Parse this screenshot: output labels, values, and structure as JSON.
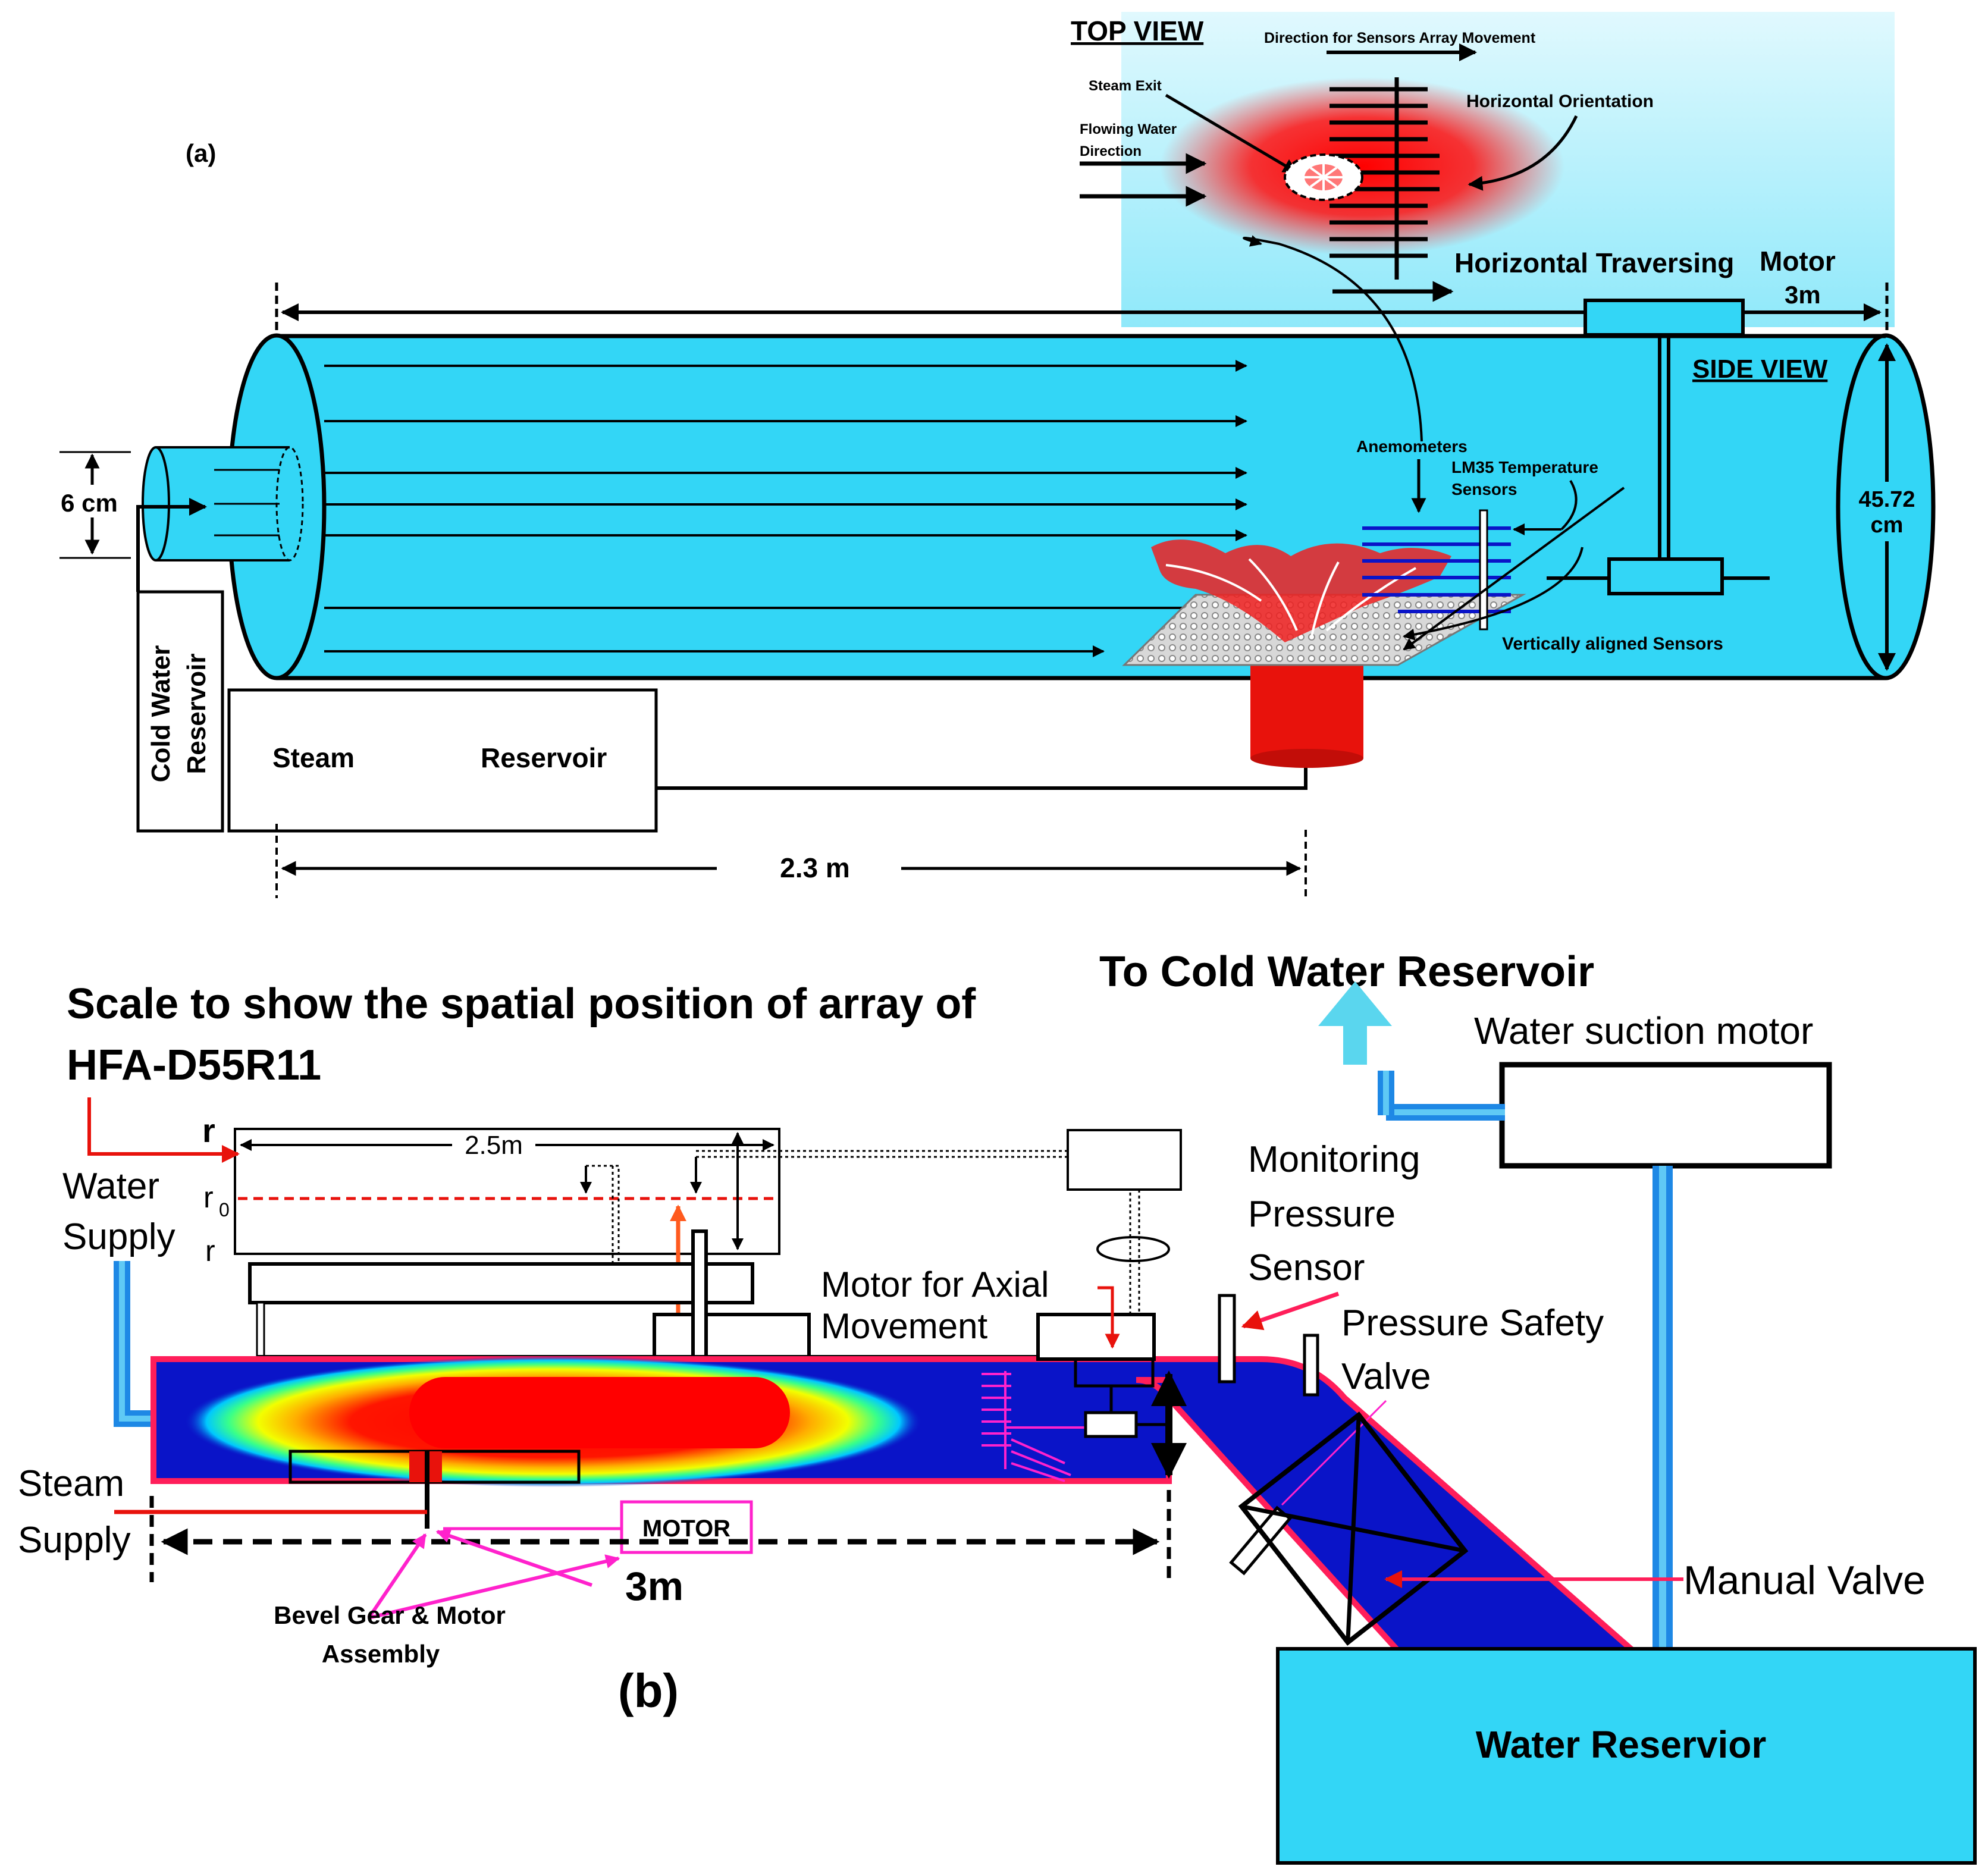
{
  "panel_a": {
    "label": "(a)",
    "top_view": {
      "title": "TOP VIEW",
      "direction_sensors": "Direction for Sensors Array Movement",
      "steam_exit": "Steam Exit",
      "flowing_water_1": "Flowing Water",
      "flowing_water_2": "Direction",
      "horizontal_orientation": "Horizontal Orientation"
    },
    "horizontal_traversing": "Horizontal Traversing",
    "motor": "Motor",
    "length_3m": "3m",
    "side_view": "SIDE VIEW",
    "inlet_dia": "6 cm",
    "pipe_dia_1": "45.72",
    "pipe_dia_2": "cm",
    "anemometers": "Anemometers",
    "lm35_1": "LM35 Temperature",
    "lm35_2": "Sensors",
    "vertical_sensors": "Vertically aligned Sensors",
    "cold_res_1": "Cold Water",
    "cold_res_2": "Reservoir",
    "steam": "Steam",
    "reservoir": "Reservoir",
    "length_23m": "2.3 m"
  },
  "panel_b": {
    "label": "(b)",
    "scale_title_1": "Scale to show the spatial position of array of",
    "scale_title_2": "HFA-D55R11",
    "r_top": "r",
    "r0": "r",
    "r0_sub": "0",
    "r_bottom": "r",
    "length_25m": "2.5m",
    "water_1": "Water",
    "water_2": "Supply",
    "steam_1": "Steam",
    "steam_2": "Supply",
    "motor_axial_1": "Motor for Axial",
    "motor_axial_2": "Movement",
    "motor_box": "MOTOR",
    "length_3m": "3m",
    "bevel_1": "Bevel Gear & Motor",
    "bevel_2": "Assembly",
    "to_cold": "To Cold Water Reservoir",
    "suction": "Water suction motor",
    "monitor_1": "Monitoring",
    "monitor_2": "Pressure",
    "monitor_3": "Sensor",
    "safety_1": "Pressure Safety",
    "safety_2": "Valve",
    "manual_valve": "Manual Valve",
    "water_reservoir": "Water Reservior"
  },
  "colors": {
    "water_cyan": "#33d6f6",
    "deep_blue": "#0a14c8",
    "steam_red": "#e8120c",
    "magenta": "#ff22cc",
    "pipe_blue": "#1e88e5"
  }
}
